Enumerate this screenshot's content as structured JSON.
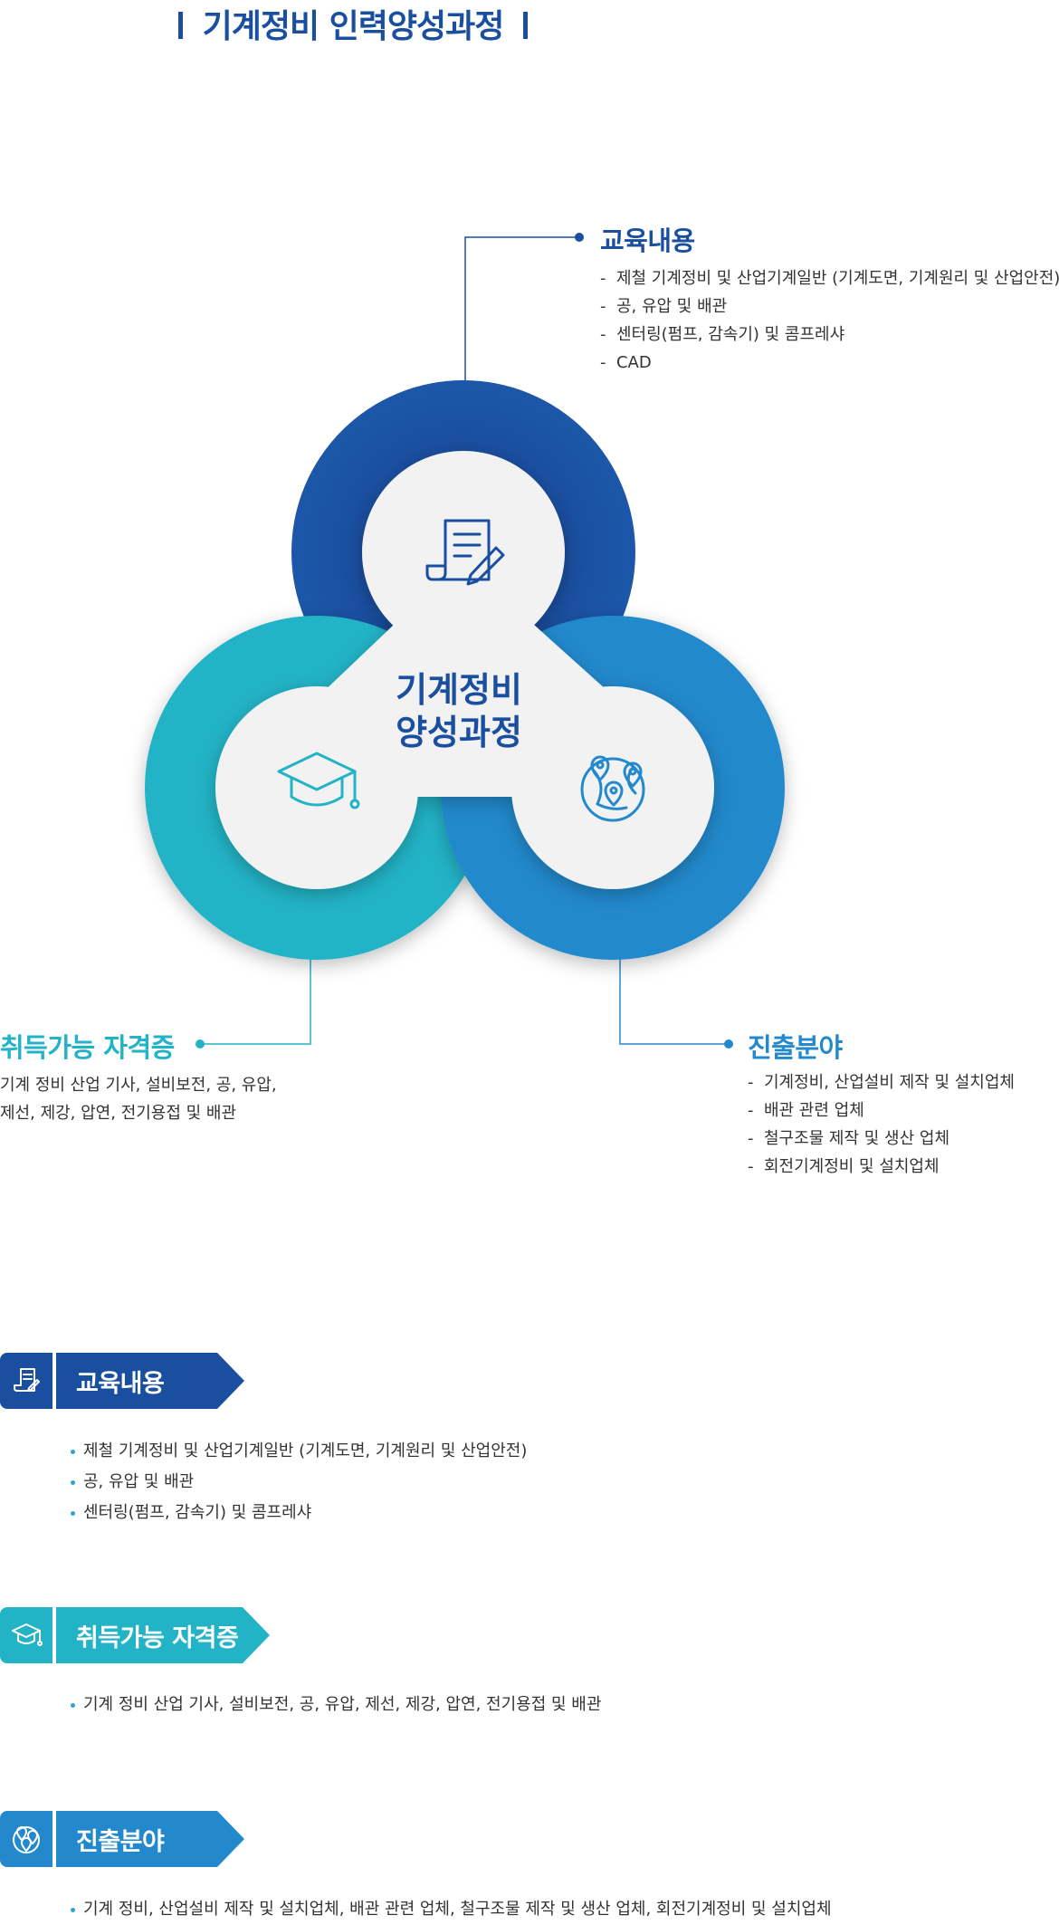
{
  "title": "기계정비 인력양성과정",
  "colors": {
    "navy": "#1a4fa0",
    "teal": "#22b3c6",
    "blue": "#2389cc",
    "inner": "#f2f2f2"
  },
  "diagram": {
    "center_line1": "기계정비",
    "center_line2": "양성과정",
    "education": {
      "heading": "교육내용",
      "items": [
        "제철 기계정비 및 산업기계일반 (기계도면, 기계원리 및 산업안전)",
        "공, 유압 및  배관",
        "센터링(펌프, 감속기) 및 콤프레샤",
        "CAD"
      ]
    },
    "certificate": {
      "heading": "취득가능 자격증",
      "lines": [
        "기계 정비 산업 기사, 설비보전, 공, 유압,",
        "제선, 제강, 압연, 전기용접 및 배관"
      ]
    },
    "career": {
      "heading": "진출분야",
      "items": [
        "기계정비, 산업설비 제작 및 설치업체",
        "배관 관련 업체",
        "철구조물 제작 및 생산 업체",
        "회전기계정비 및 설치업체"
      ]
    }
  },
  "sections": {
    "education": {
      "label": "교육내용",
      "items": [
        "제철 기계정비 및 산업기계일반 (기계도면, 기계원리 및 산업안전)",
        "공, 유압 및 배관",
        "센터링(펌프, 감속기) 및 콤프레샤"
      ]
    },
    "certificate": {
      "label": "취득가능 자격증",
      "items": [
        "기계 정비 산업 기사, 설비보전, 공, 유압, 제선, 제강, 압연, 전기용접 및 배관"
      ]
    },
    "career": {
      "label": "진출분야",
      "items": [
        "기계 정비, 산업설비 제작 및 설치업체, 배관 관련 업체, 철구조물 제작 및 생산 업체, 회전기계정비 및 설치업체"
      ]
    }
  }
}
